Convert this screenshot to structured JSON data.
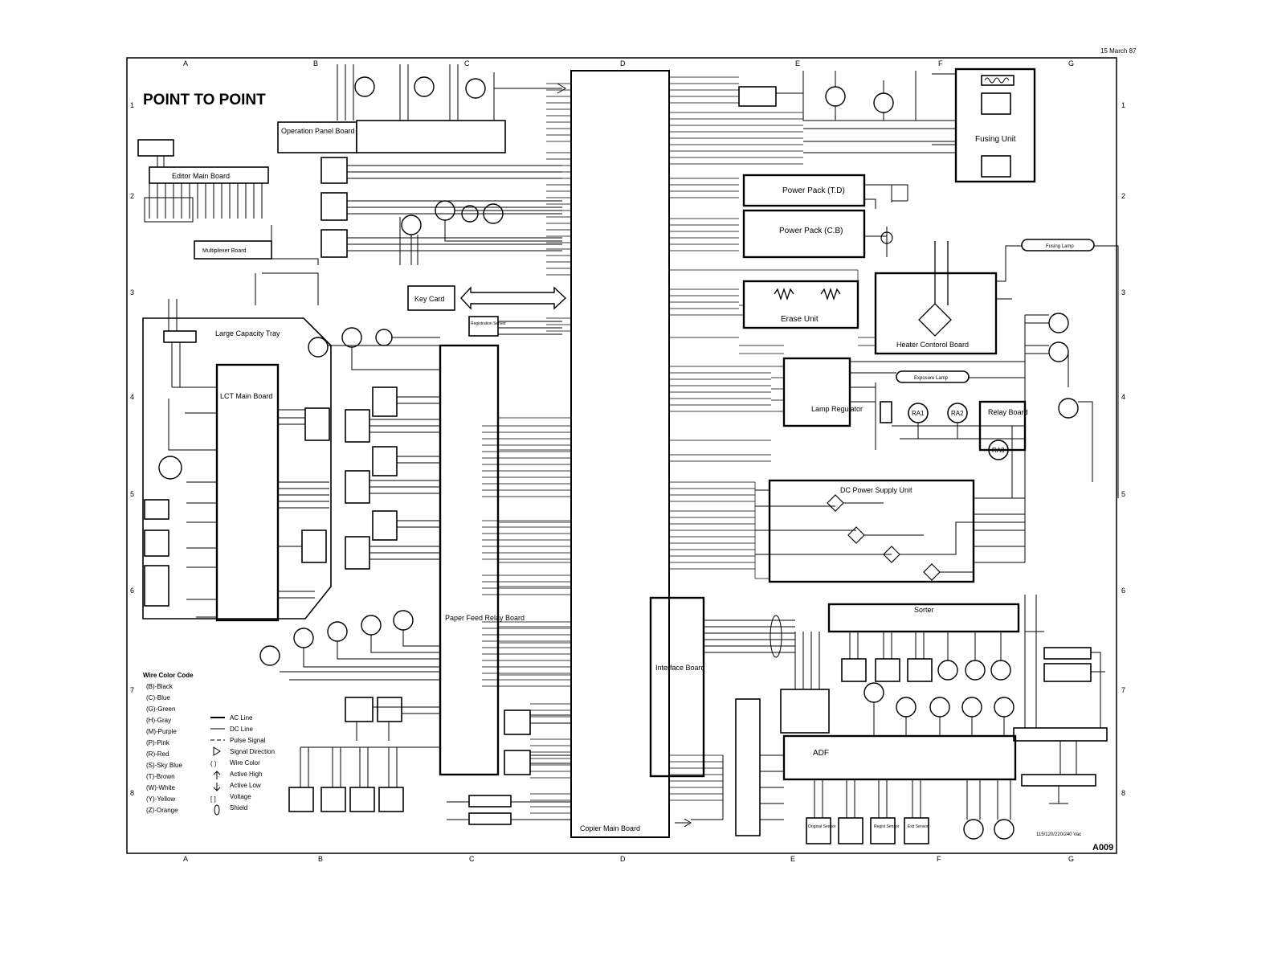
{
  "header": {
    "date": "15 March 87",
    "title": "POINT TO POINT",
    "drawing_number": "A009"
  },
  "grid": {
    "columns": [
      "A",
      "B",
      "C",
      "D",
      "E",
      "F",
      "G"
    ],
    "rows": [
      "1",
      "2",
      "3",
      "4",
      "5",
      "6",
      "7",
      "8"
    ]
  },
  "blocks": {
    "operation_panel_board": "Operation Panel Board",
    "editor_main_board": "Editor Main Board",
    "multiplexer_board": "Multiplexer Board",
    "key_card": "Key Card",
    "large_capacity_tray": "Large Capacity Tray",
    "lct_main_board": "LCT Main Board",
    "copier_main_board": "Copier Main Board",
    "paper_feed_relay_board": "Paper Feed Relay Board",
    "interface_board": "Interface Board",
    "power_pack_td": "Power Pack (T.D)",
    "power_pack_cb": "Power Pack (C.B)",
    "erase_unit": "Erase Unit",
    "heater_control_board": "Heater Contorol Board",
    "fusing_unit": "Fusing Unit",
    "lamp_regulator": "Lamp Regulator",
    "relay_board": "Relay Board",
    "dc_power_supply_unit": "DC Power Supply Unit",
    "sorter": "Sorter",
    "adf": "ADF",
    "exposure_lamp": "Exposure Lamp",
    "fusing_lamp": "Fusing Lamp"
  },
  "components": {
    "ra1": "RA1",
    "ra2": "RA2",
    "ra3": "RA3",
    "registration_sensor": "Registration Sensor",
    "original_sensor": "Original Sensor",
    "register_sensor": "Regist Sensor",
    "exit_sensor": "Exit Sensor"
  },
  "legend": {
    "title": "Wire Color Code",
    "colors": [
      "(B)-Black",
      "(C)-Blue",
      "(G)-Green",
      "(H)-Gray",
      "(M)-Purple",
      "(P)-Pink",
      "(R)-Red",
      "(S)-Sky Blue",
      "(T)-Brown",
      "(W)-White",
      "(Y)-Yellow",
      "(Z)-Orange"
    ],
    "symbols": [
      "AC Line",
      "DC Line",
      "Pulse Signal",
      "Signal Direction",
      "Wire Color",
      "Active High",
      "Active Low",
      "Voltage",
      "Shield"
    ]
  },
  "power_note": "115/120/220/240 Vac"
}
